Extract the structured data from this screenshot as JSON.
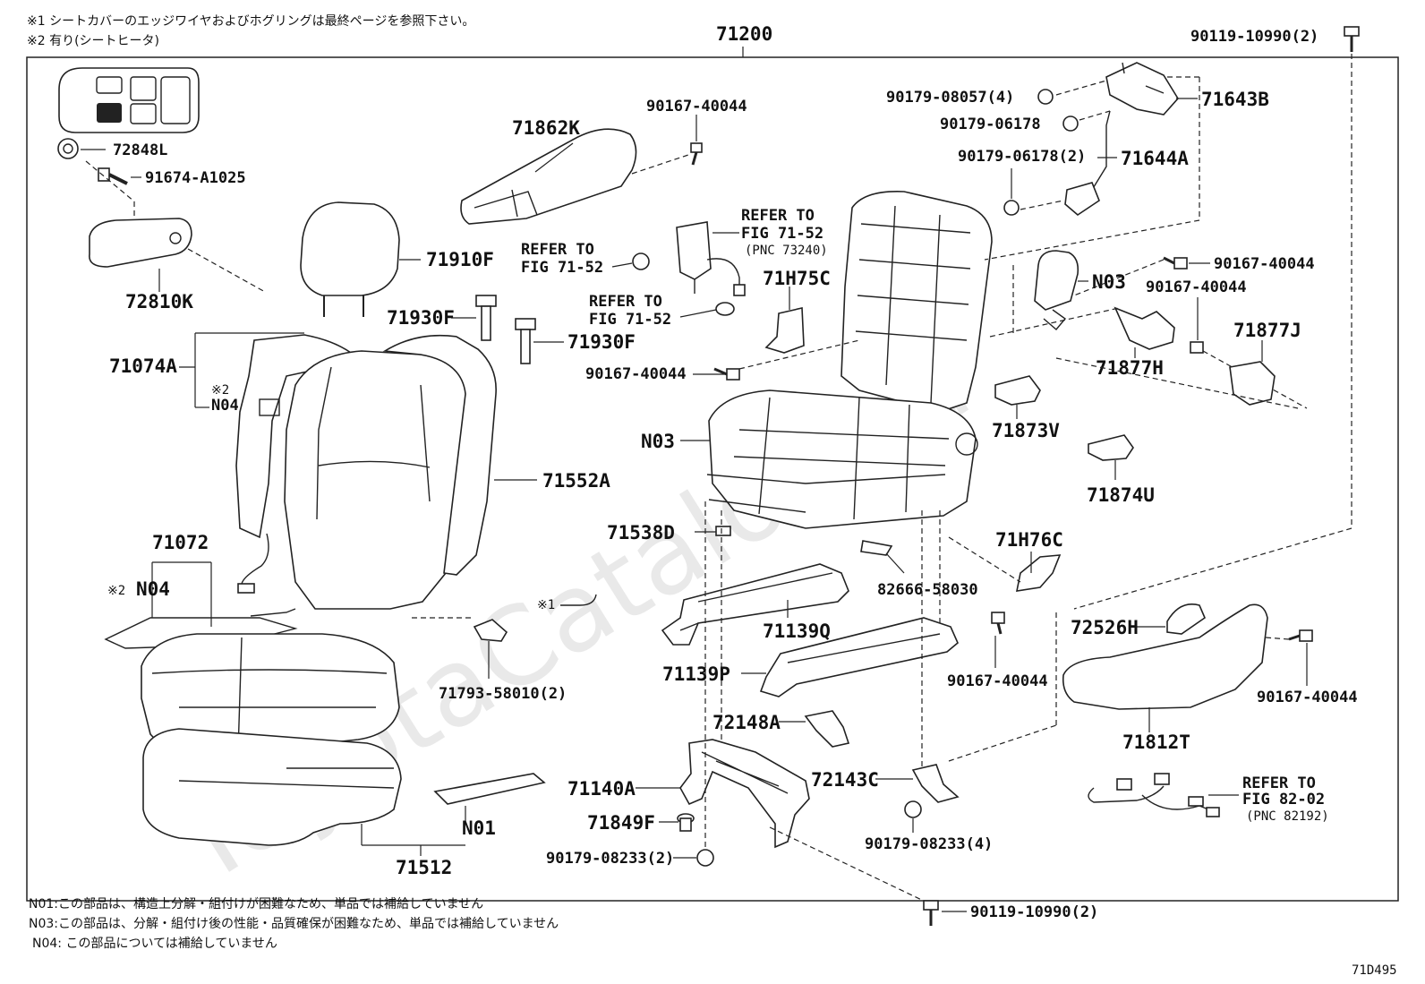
{
  "header_notes": {
    "note1": "※1 シートカバーのエッジワイヤおよびホグリングは最終ページを参照下さい。",
    "note2": "※2 有り(シートヒータ)"
  },
  "top_assembly": "71200",
  "footer_notes": {
    "n01": "N01:この部品は、構造上分解・組付けが困難なため、単品では補給していません",
    "n03": "N03:この部品は、分解・組付け後の性能・品質確保が困難なため、単品では補給していません",
    "n04": "N04: この部品については補給していません"
  },
  "figure_code": "71D495",
  "watermark": "ToyotaCatalog.ru",
  "parts": {
    "p90119_top": "90119-10990(2)",
    "p72848L": "72848L",
    "p91674": "91674-A1025",
    "p72810K": "72810K",
    "p71862K": "71862K",
    "p90167_a": "90167-40044",
    "p71910F": "71910F",
    "p71930F_a": "71930F",
    "p71930F_b": "71930F",
    "p71074A": "71074A",
    "n04_a": "N04",
    "star2_a": "※2",
    "p71552A": "71552A",
    "p71072": "71072",
    "n04_b": "N04",
    "star2_b": "※2",
    "star1": "※1",
    "p71793": "71793-58010(2)",
    "p71512": "71512",
    "n01": "N01",
    "p90179_08057": "90179-08057(4)",
    "p71643B": "71643B",
    "p90179_06178": "90179-06178",
    "p90179_06178_2": "90179-06178(2)",
    "p71644A": "71644A",
    "ref1_l1": "REFER TO",
    "ref1_l2": "FIG 71-52",
    "ref1_l3": "(PNC 73240)",
    "ref2_l1": "REFER TO",
    "ref2_l2": "FIG 71-52",
    "ref3_l1": "REFER TO",
    "ref3_l2": "FIG 71-52",
    "p71H75C": "71H75C",
    "p90167_b": "90167-40044",
    "n03_a": "N03",
    "n03_b": "N03",
    "p90167_c": "90167-40044",
    "p90167_d": "90167-40044",
    "p71877J": "71877J",
    "p71877H": "71877H",
    "p71873V": "71873V",
    "p71874U": "71874U",
    "p71538D": "71538D",
    "p71H76C": "71H76C",
    "p82666": "82666-58030",
    "p71139Q": "71139Q",
    "p71139P": "71139P",
    "p90167_e": "90167-40044",
    "p72526H": "72526H",
    "p90167_f": "90167-40044",
    "p71812T": "71812T",
    "p72148A": "72148A",
    "p72143C": "72143C",
    "p71140A": "71140A",
    "p71849F": "71849F",
    "p90179_08233_2": "90179-08233(2)",
    "p90179_08233_4": "90179-08233(4)",
    "ref4_l1": "REFER TO",
    "ref4_l2": "FIG 82-02",
    "ref4_l3": "(PNC 82192)",
    "p90119_bottom": "90119-10990(2)"
  }
}
